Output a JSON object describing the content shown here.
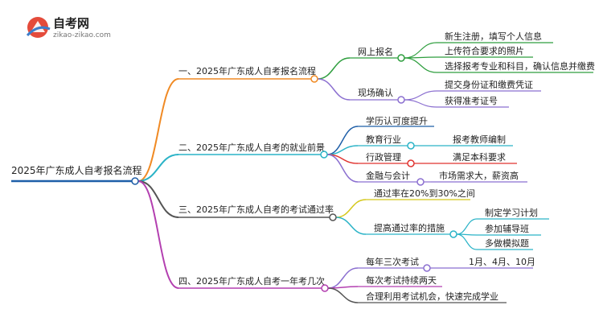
{
  "logo": {
    "title": "自考网",
    "subtitle": "zikao-zikao.com"
  },
  "root": "2025年广东成人自考报名流程",
  "branches": [
    {
      "label": "一、2025年广东成人自考报名流程",
      "color": "#f08a24",
      "children": [
        {
          "label": "网上报名",
          "color": "#2e9e3e",
          "leaves": [
            "新生注册，填写个人信息",
            "上传符合要求的照片",
            "选择报考专业和科目，确认信息并缴费"
          ]
        },
        {
          "label": "现场确认",
          "color": "#8b6fd0",
          "leaves": [
            "提交身份证和缴费凭证",
            "获得准考证号"
          ]
        }
      ]
    },
    {
      "label": "二、2025年广东成人自考的就业前景",
      "color": "#2ab3c7",
      "children": [
        {
          "label": "学历认可度提升",
          "color": "#1f5fa8",
          "leaves": []
        },
        {
          "label": "教育行业",
          "color": "#2ab3c7",
          "leaves": [
            "报考教师编制"
          ]
        },
        {
          "label": "行政管理",
          "color": "#e0332f",
          "leaves": [
            "满足本科要求"
          ]
        },
        {
          "label": "金融与会计",
          "color": "#8b6fd0",
          "leaves": [
            "市场需求大，薪资高"
          ]
        }
      ]
    },
    {
      "label": "三、2025年广东成人自考的考试通过率",
      "color": "#555555",
      "children": [
        {
          "label": "通过率在20%到30%之间",
          "color": "#d4c81a",
          "leaves": []
        },
        {
          "label": "提高通过率的措施",
          "color": "#2ab3c7",
          "leaves": [
            "制定学习计划",
            "参加辅导班",
            "多做模拟题"
          ]
        }
      ]
    },
    {
      "label": "四、2025年广东成人自考一年考几次",
      "color": "#b33fb0",
      "children": [
        {
          "label": "每年三次考试",
          "color": "#8b6fd0",
          "leaves": [
            "1月、4月、10月"
          ]
        },
        {
          "label": "每次考试持续两天",
          "color": "#b33fb0",
          "leaves": []
        },
        {
          "label": "合理利用考试机会，快速完成学业",
          "color": "#555555",
          "leaves": []
        }
      ]
    }
  ]
}
